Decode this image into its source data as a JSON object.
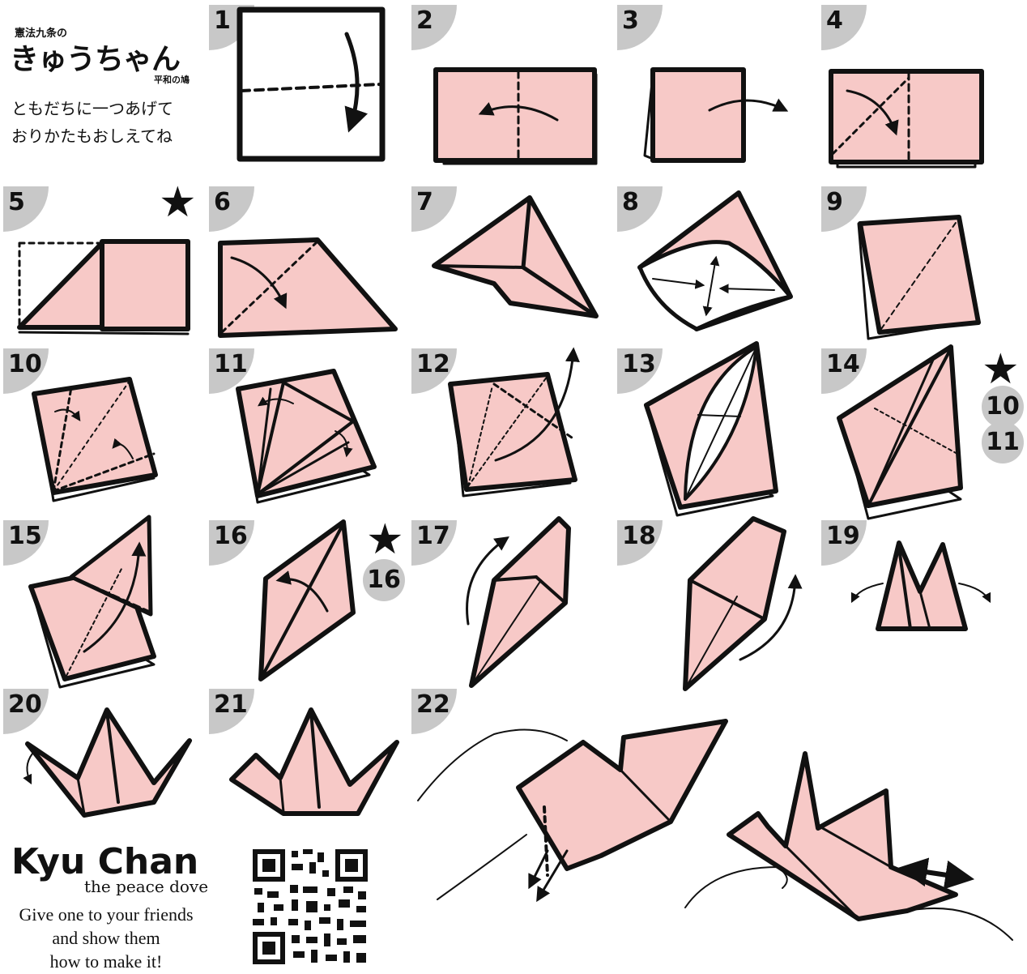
{
  "header": {
    "jp_subtitle_top": "憲法九条の",
    "jp_title": "きゅうちゃん",
    "jp_subtitle_bottom": "平和の鳩",
    "jp_line_1": "ともだちに一つあげて",
    "jp_line_2": "おりかたもおしえてね"
  },
  "footer": {
    "en_title": "Kyu Chan",
    "en_subtitle": "the peace dove",
    "en_line_1": "Give one to your friends",
    "en_line_2": "and show them",
    "en_line_3": "how to make it!"
  },
  "steps": [
    "1",
    "2",
    "3",
    "4",
    "5",
    "6",
    "7",
    "8",
    "9",
    "10",
    "11",
    "12",
    "13",
    "14",
    "15",
    "16",
    "17",
    "18",
    "19",
    "20",
    "21",
    "22"
  ],
  "repeat_refs": {
    "step14_a": "10",
    "step14_b": "11",
    "step16": "16"
  },
  "colors": {
    "paper": "#f7c9c7",
    "outline": "#111111",
    "badge": "#c8c8c8"
  },
  "icons": {
    "star": "star-icon",
    "qr": "qr-code-icon"
  }
}
